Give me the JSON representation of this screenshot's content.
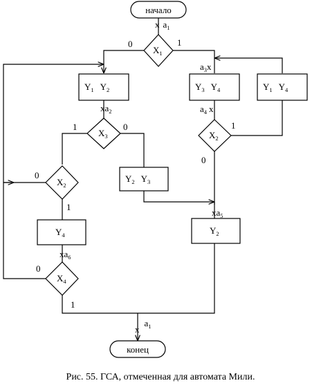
{
  "nodes": {
    "start": {
      "text": "начало"
    },
    "end": {
      "text": "конец"
    },
    "d1": {
      "letter": "X",
      "sub": "1"
    },
    "d2": {
      "letter": "X",
      "sub": "3"
    },
    "d3": {
      "letter": "X",
      "sub": "2"
    },
    "d4": {
      "letter": "X",
      "sub": "4"
    },
    "d5": {
      "letter": "X",
      "sub": "2"
    },
    "b1": {
      "a": "Y",
      "as": "1",
      "b": "Y",
      "bs": "2"
    },
    "b2": {
      "a": "Y",
      "as": "3",
      "b": "Y",
      "bs": "4"
    },
    "b3": {
      "a": "Y",
      "as": "1",
      "b": "Y",
      "bs": "4"
    },
    "b4": {
      "a": "Y",
      "as": "2",
      "b": "Y",
      "bs": "3"
    },
    "b5": {
      "a": "Y",
      "as": "4"
    },
    "b6": {
      "a": "Y",
      "as": "2"
    }
  },
  "marks": {
    "a1_top": {
      "x": "x",
      "a": "a",
      "s": "1"
    },
    "a2": {
      "x": "x",
      "a": "a",
      "s": "2"
    },
    "a3": {
      "x": "x",
      "a": "a",
      "s": "3"
    },
    "a4": {
      "x": "x",
      "a": "a",
      "s": "4"
    },
    "a5": {
      "x": "x",
      "a": "a",
      "s": "5"
    },
    "a6": {
      "x": "x",
      "a": "a",
      "s": "6"
    },
    "a1_bottom": {
      "x": "x",
      "a": "a",
      "s": "1"
    }
  },
  "branches": {
    "d1_no": "0",
    "d1_yes": "1",
    "d2_yes": "1",
    "d2_no": "0",
    "d3_no": "0",
    "d3_yes": "1",
    "d5_yes": "1",
    "d5_no": "0",
    "d4_no": "0",
    "d4_yes": "1"
  },
  "caption": "Рис. 55. ГСА, отмеченная для автомата Мили."
}
